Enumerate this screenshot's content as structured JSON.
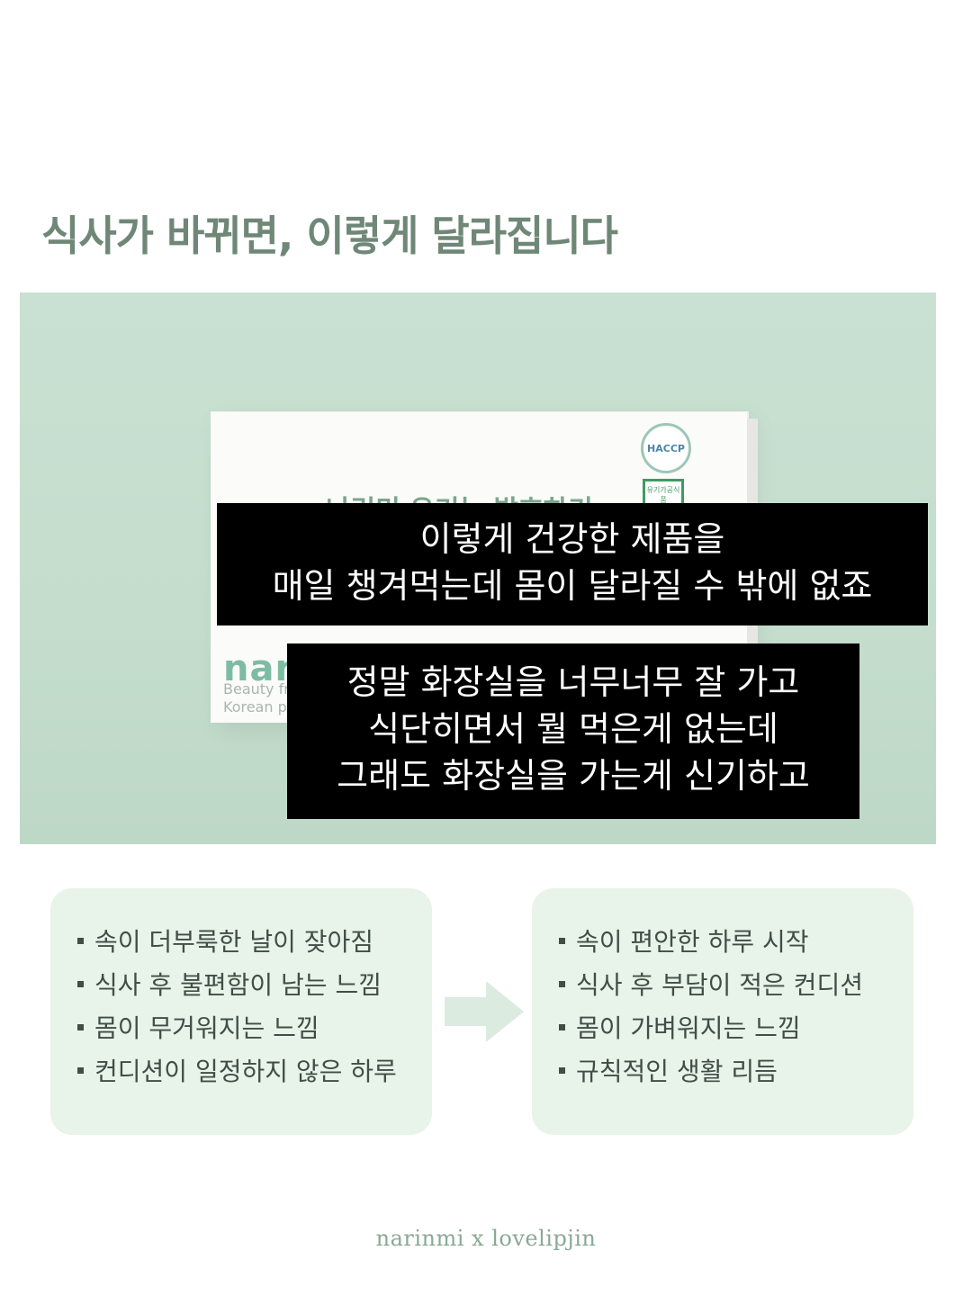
{
  "headline": "식사가 바뀌면, 이렇게 달라집니다",
  "product": {
    "package_title": "나린미 유기농 발효하기",
    "haccp_badge": "HACCP",
    "organic_badge": "유기가공식품",
    "brand_logo": "nar",
    "brand_sub": "Beauty fr\nKorean p"
  },
  "captions": {
    "first": [
      "이렇게 건강한 제품을",
      "매일 챙겨먹는데 몸이 달라질 수 밖에 없죠"
    ],
    "second": [
      "정말 화장실을 너무너무 잘 가고",
      "식단히면서 뭘 먹은게 없는데",
      "그래도 화장실을 가는게 신기하고"
    ]
  },
  "before_list": [
    "속이 더부룩한 날이 잦아짐",
    "식사 후 불편함이 남는 느낌",
    "몸이 무거워지는 느낌",
    "컨디션이 일정하지 않은 하루"
  ],
  "after_list": [
    "속이 편안한 하루 시작",
    "식사 후 부담이 적은 컨디션",
    "몸이 가벼워지는 느낌",
    "규칙적인 생활 리듬"
  ],
  "icons": {
    "arrow": "arrow-right-icon"
  },
  "colors": {
    "headline": "#6f8777",
    "card_bg": "#e8f3ea",
    "arrow": "#dcebdf",
    "footer": "#8aa897"
  },
  "footer": "narinmi x lovelipjin"
}
